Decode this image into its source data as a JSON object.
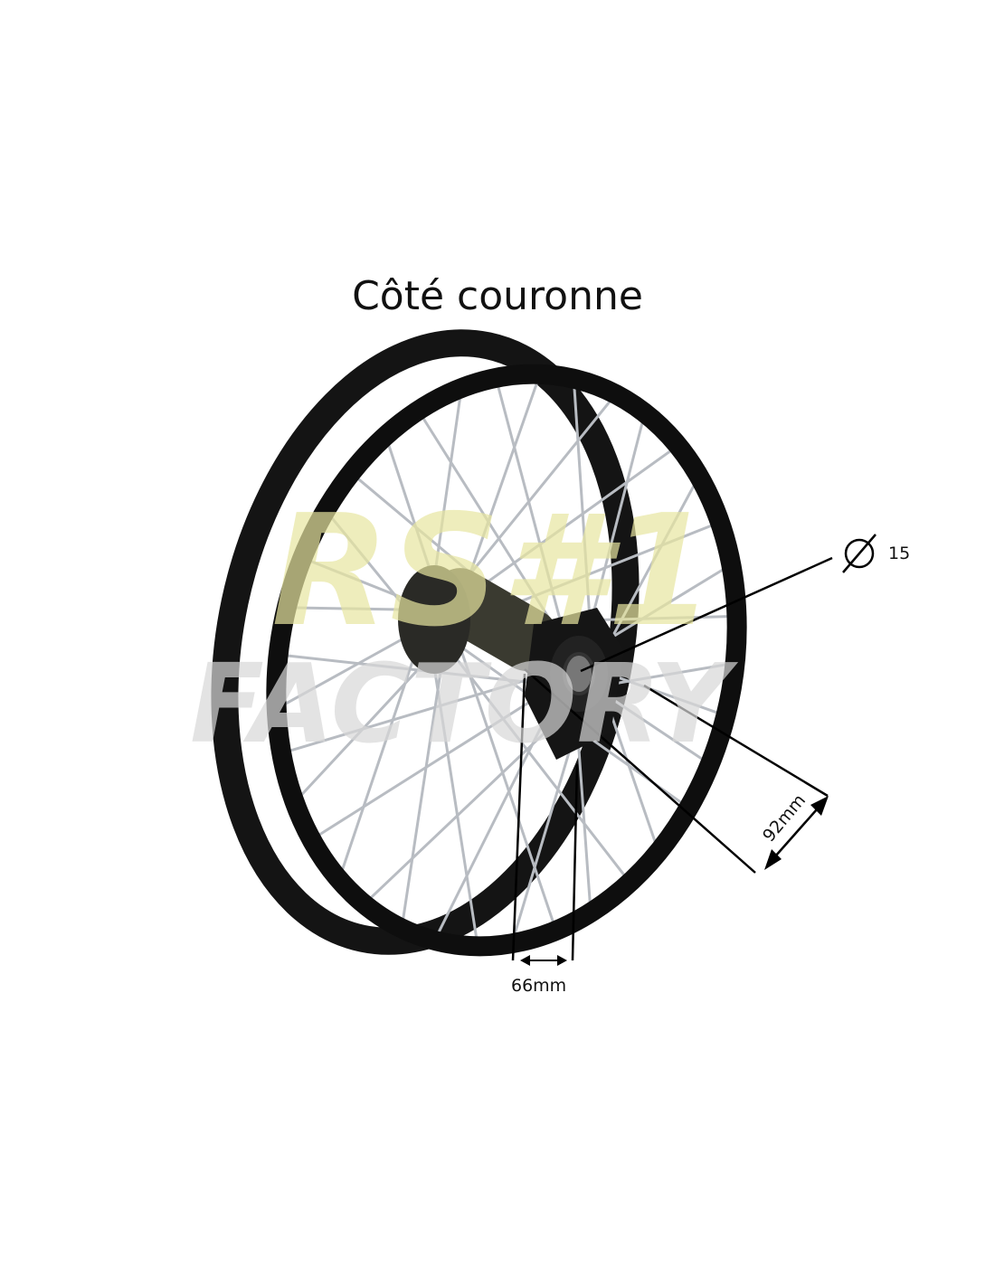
{
  "title": "Côté couronne",
  "watermark": {
    "line1": "RS#1",
    "line2": "FACTORY",
    "color": "#e8e6a0"
  },
  "annotations": {
    "axle_diameter": "15",
    "flange_diameter": "92mm",
    "hub_width": "66mm"
  },
  "colors": {
    "rim": "#111111",
    "spoke": "#b8bcc2",
    "hub": "#2a2a26",
    "line": "#000000"
  }
}
